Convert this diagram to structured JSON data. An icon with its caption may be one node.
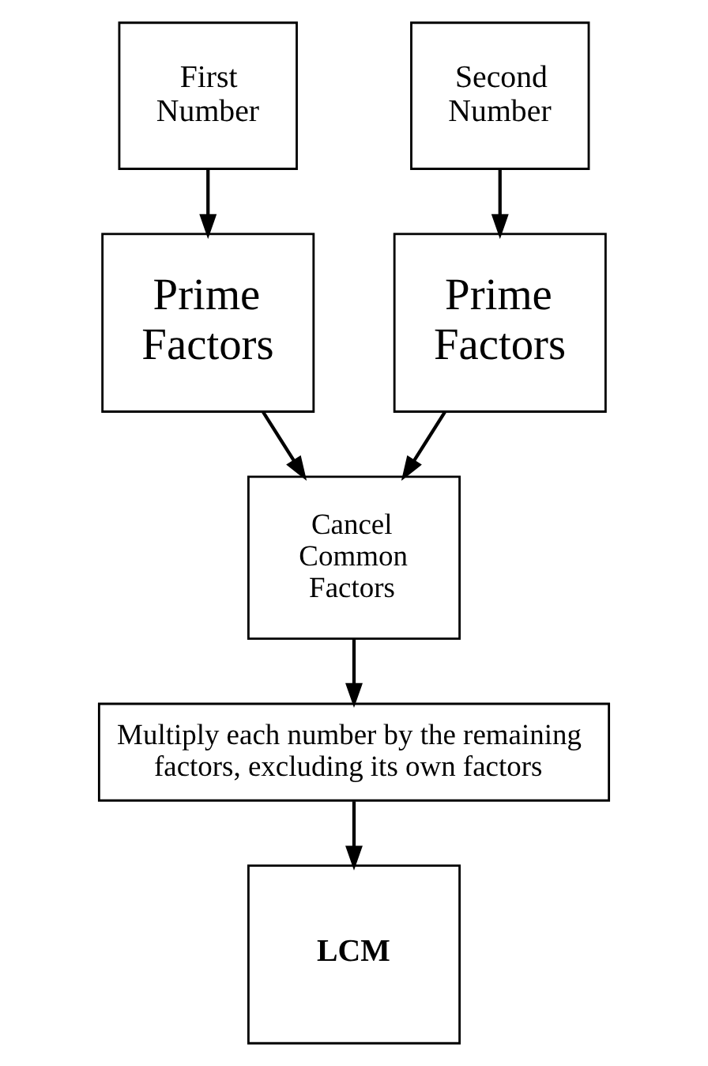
{
  "diagram": {
    "nodes": [
      {
        "text": [
          "First Number"
        ]
      },
      {
        "text": [
          "Second Number"
        ]
      },
      {
        "text": [
          "Prime Factors"
        ]
      },
      {
        "text": [
          "Prime Factors"
        ]
      },
      {
        "text": [
          "Cancel Common Factors"
        ]
      },
      {
        "text": [
          "Multiply each number by the remaining factors, excluding its own factors"
        ]
      },
      {
        "text": [
          "LCM"
        ]
      }
    ],
    "edges": [
      {
        "from": 0,
        "to": 2,
        "arrow": "to"
      },
      {
        "from": 1,
        "to": 3,
        "arrow": "to"
      },
      {
        "from": 2,
        "to": 4,
        "arrow": "to"
      },
      {
        "from": 3,
        "to": 4,
        "arrow": "to"
      },
      {
        "from": 4,
        "to": 5,
        "arrow": "to"
      },
      {
        "from": 5,
        "to": 6,
        "arrow": "to"
      }
    ]
  }
}
